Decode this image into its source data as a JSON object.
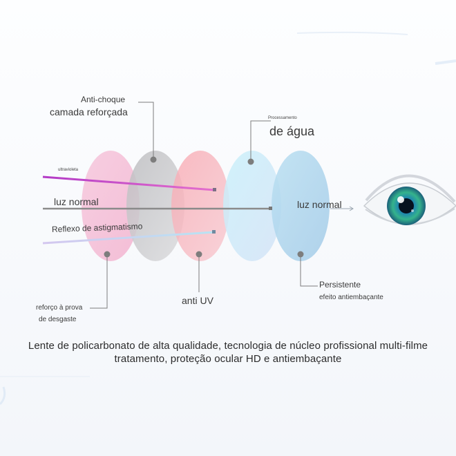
{
  "labels": {
    "anti_choque": "Anti-choque",
    "camada_reforcada": "camada reforçada",
    "processamento": "Processamento",
    "de_agua": "de água",
    "ultravioleta": "ultravioleta",
    "luz_normal_left": "luz normal",
    "luz_normal_right": "luz normal",
    "reflexo_astigmatismo": "Reflexo de astigmatismo",
    "reforco_line1": "reforço à prova",
    "reforco_line2": "de desgaste",
    "anti_uv": "anti UV",
    "persistente": "Persistente",
    "efeito_antiembacante": "efeito antiembaçante"
  },
  "caption": {
    "line1": "Lente de policarbonato de alta qualidade, tecnologia de núcleo profissional multi-filme",
    "line2": "tratamento, proteção ocular HD e antiembaçante"
  },
  "colors": {
    "lens_pink": "#f4b8d3",
    "lens_gray": "#c9c9cb",
    "lens_coral": "#f8b6bd",
    "lens_cyan": "#bfe9f5",
    "lens_blue": "#a9d3ec",
    "uv_ray": "#c13fd0",
    "astig_ray": "#b9dcf2",
    "normal_ray": "#8d8d8d",
    "pointer": "#777777"
  }
}
